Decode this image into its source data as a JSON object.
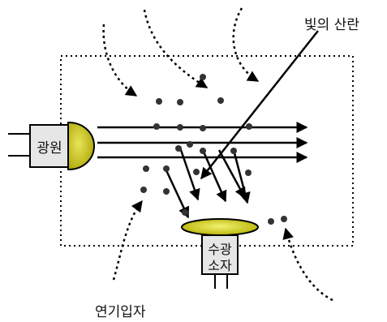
{
  "labels": {
    "light_source": "광원",
    "receiver_line1": "수광",
    "receiver_line2": "소자",
    "scattering": "빛의 산란",
    "smoke_particles": "연기입자"
  },
  "colors": {
    "lens_fill": "#c8c800",
    "lens_fill_light": "#e8e860",
    "housing_fill": "#e6e6e6",
    "ink": "#000000",
    "particle": "#333333"
  }
}
